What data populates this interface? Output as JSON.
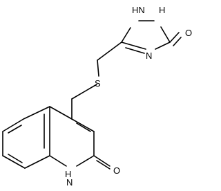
{
  "molecule": {
    "atoms": {
      "triazole_nh_top": "HN",
      "triazole_nh_right": "H",
      "triazole_n": "N",
      "carbonyl_o_top": "O",
      "sulfur": "S",
      "carbonyl_o_bottom": "O",
      "quinolinone_nh": "H",
      "quinolinone_n": "N"
    }
  }
}
